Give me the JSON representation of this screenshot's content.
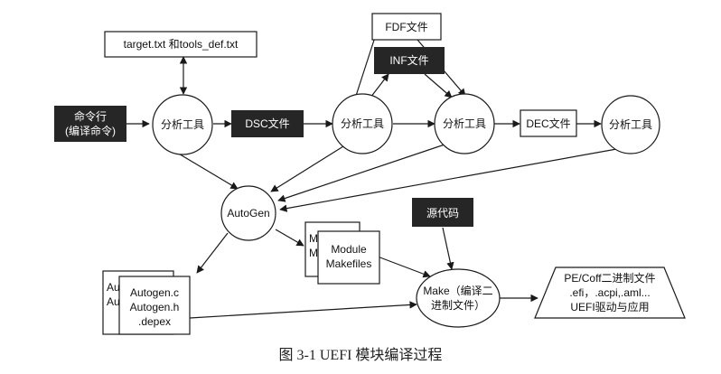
{
  "nodes": {
    "cmd": {
      "lines": [
        "命令行",
        "(编译命令)"
      ]
    },
    "tool1": {
      "lines": [
        "分析工具"
      ]
    },
    "target": {
      "lines": [
        "target.txt 和tools_def.txt"
      ]
    },
    "dsc": {
      "lines": [
        "DSC文件"
      ]
    },
    "tool2": {
      "lines": [
        "分析工具"
      ]
    },
    "fdf": {
      "lines": [
        "FDF文件"
      ]
    },
    "inf": {
      "lines": [
        "INF文件"
      ]
    },
    "tool3": {
      "lines": [
        "分析工具"
      ]
    },
    "dec": {
      "lines": [
        "DEC文件"
      ]
    },
    "tool4": {
      "lines": [
        "分析工具"
      ]
    },
    "autogen": {
      "lines": [
        "AutoGen"
      ]
    },
    "source": {
      "lines": [
        "源代码"
      ]
    },
    "modfiles_back": {
      "lines": [
        "Mo",
        "Ma"
      ]
    },
    "modfiles": {
      "lines": [
        "Module",
        "Makefiles"
      ]
    },
    "autofiles_back": {
      "lines": [
        "Au",
        "Au"
      ]
    },
    "autofiles": {
      "lines": [
        "Autogen.c",
        "Autogen.h",
        ".depex"
      ]
    },
    "make": {
      "lines": [
        "Make（编译二",
        "进制文件）"
      ]
    },
    "output": {
      "lines": [
        "PE/Coff二进制文件",
        ".efi，.acpi,.aml...",
        "UEFI驱动与应用"
      ]
    }
  },
  "caption": "图 3-1    UEFI 模块编译过程",
  "colors": {
    "dark_box": "#262626",
    "line": "#1a1a1a",
    "box_fill": "#ffffff"
  }
}
